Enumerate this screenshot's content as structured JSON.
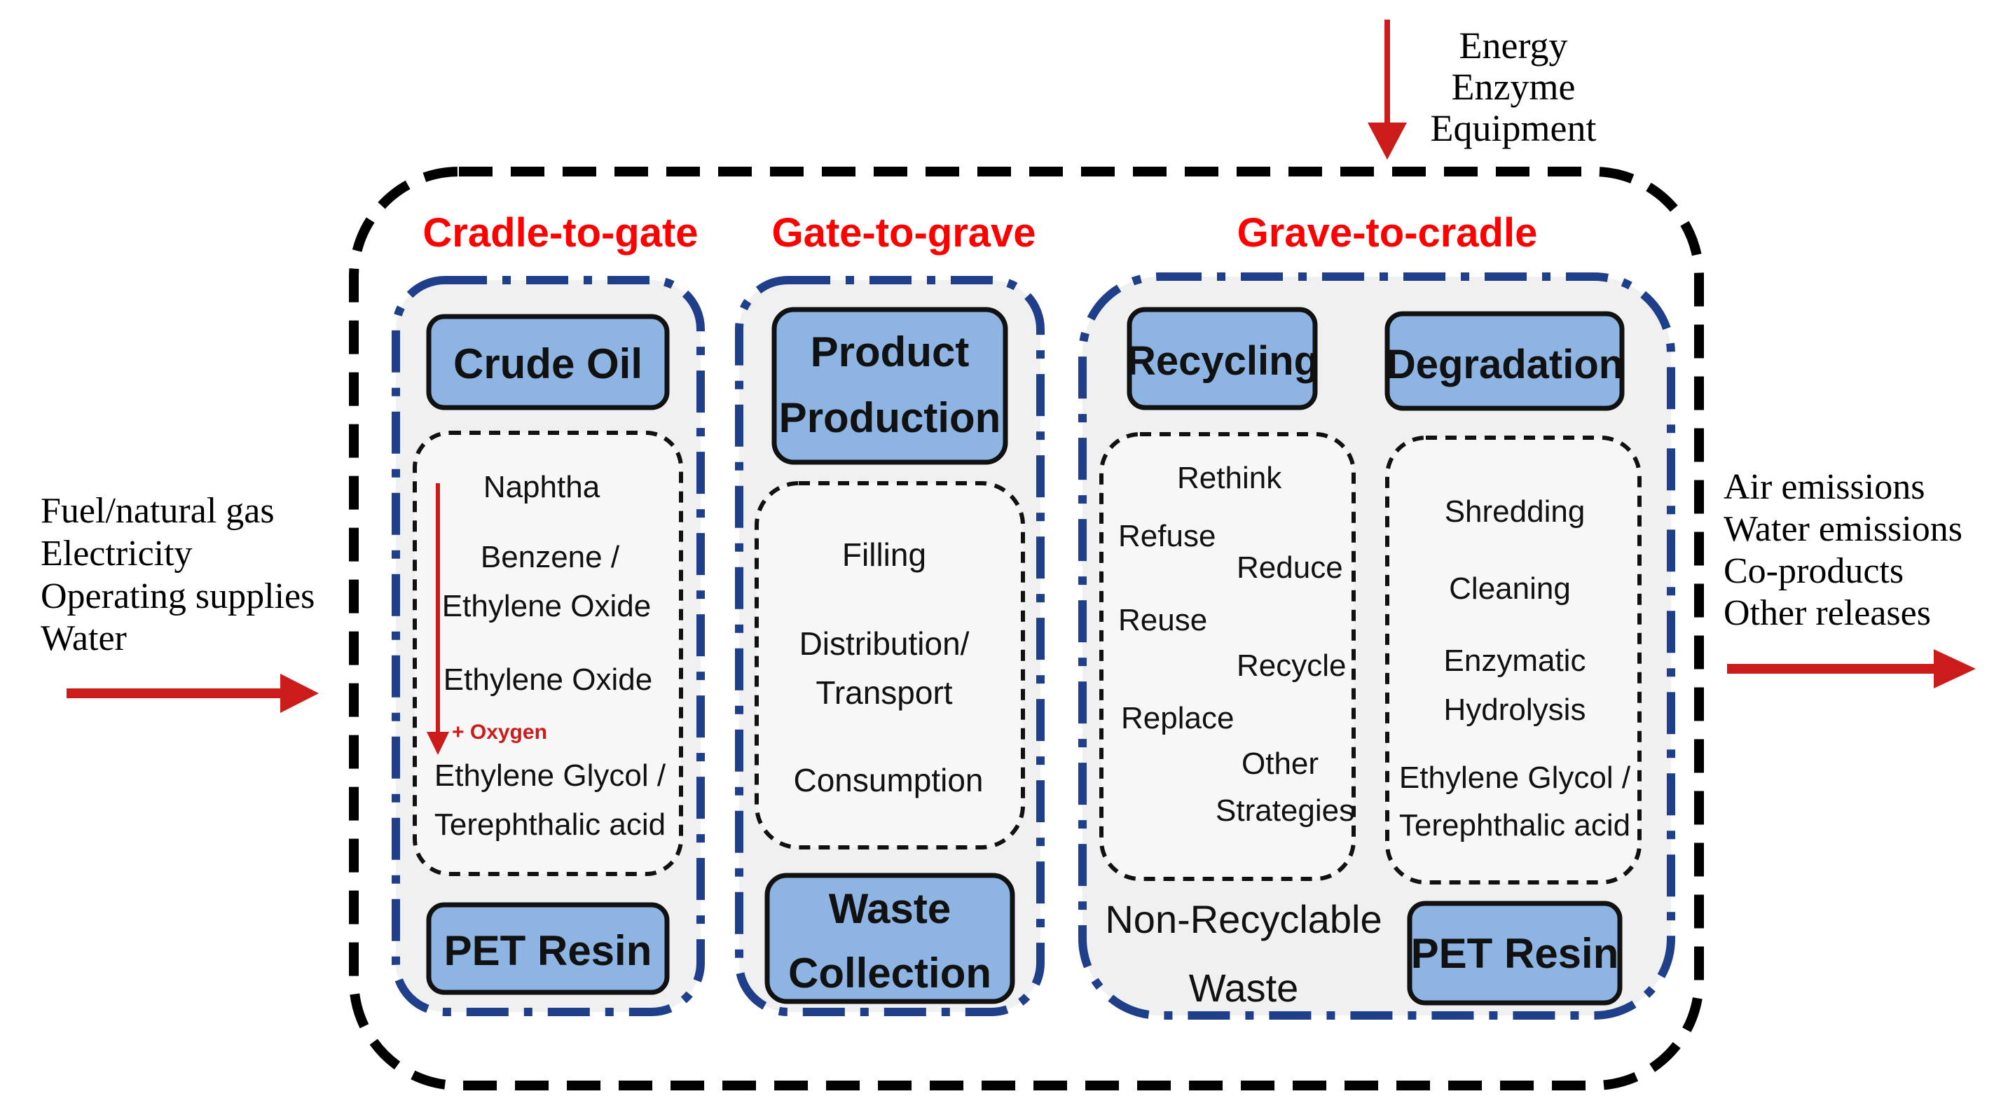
{
  "inputs": {
    "top": [
      "Energy",
      "Enzyme",
      "Equipment"
    ],
    "left": [
      "Fuel/natural gas",
      "Electricity",
      "Operating supplies",
      "Water"
    ]
  },
  "outputs": {
    "right": [
      "Air emissions",
      "Water emissions",
      "Co-products",
      "Other releases"
    ]
  },
  "stages": {
    "cradle_to_gate": {
      "title": "Cradle-to-gate",
      "top_box": "Crude Oil",
      "steps": [
        "Naphtha",
        "Benzene /",
        "Ethylene Oxide",
        "Ethylene Oxide",
        "Ethylene Glycol /",
        "Terephthalic acid"
      ],
      "arrow_label": "+ Oxygen",
      "bottom_box": "PET Resin"
    },
    "gate_to_grave": {
      "title": "Gate-to-grave",
      "top_box": [
        "Product",
        "Production"
      ],
      "steps": [
        "Filling",
        "Distribution/",
        "Transport",
        "Consumption"
      ],
      "bottom_box": [
        "Waste",
        "Collection"
      ]
    },
    "grave_to_cradle": {
      "title": "Grave-to-cradle",
      "recycling": {
        "box": "Recycling",
        "strategies": [
          "Rethink",
          "Refuse",
          "Reduce",
          "Reuse",
          "Recycle",
          "Replace",
          "Other",
          "Strategies"
        ],
        "bottom_text": [
          "Non-Recyclable",
          "Waste"
        ]
      },
      "degradation": {
        "box": "Degradation",
        "steps": [
          "Shredding",
          "Cleaning",
          "Enzymatic",
          "Hydrolysis",
          "Ethylene Glycol /",
          "Terephthalic acid"
        ],
        "bottom_box": "PET Resin"
      }
    }
  },
  "colors": {
    "stage_title": "#ff0000",
    "arrow": "#cc1b1b",
    "box_fill": "#8db4e2",
    "section_border": "#1f3f8a",
    "panel_fill": "#f0f0f0",
    "dashed_border": "#000000"
  }
}
